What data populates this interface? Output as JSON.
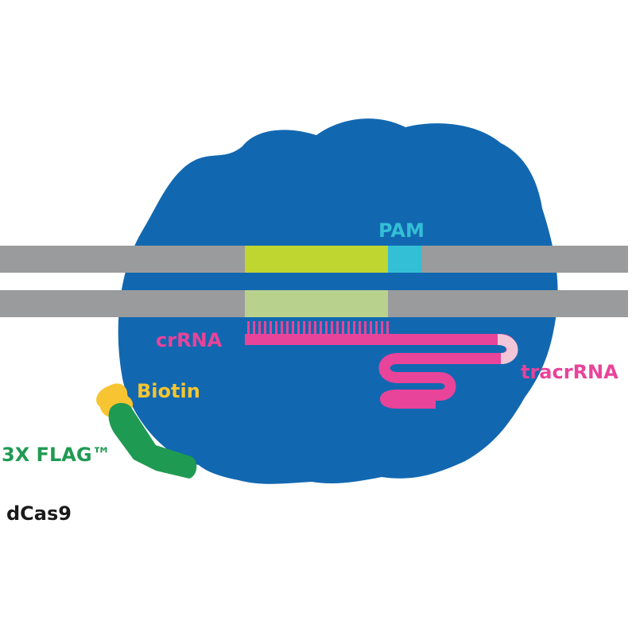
{
  "labels": {
    "pam": "PAM",
    "crrna": "crRNA",
    "tracrrna": "tracrRNA",
    "biotin": "Biotin",
    "flag": "3X FLAG™",
    "protein": "dCas9"
  },
  "colors": {
    "protein": "#1268b0",
    "dna": "#9a9b9d",
    "protospacer_top": "#bfd630",
    "protospacer_bottom": "#b8d28e",
    "pam": "#33bfd6",
    "rna": "#e8449a",
    "rna_tip": "#f1c6d8",
    "biotin": "#f7c531",
    "flag": "#1f9a52",
    "label_dark": "#1a1a1a"
  }
}
